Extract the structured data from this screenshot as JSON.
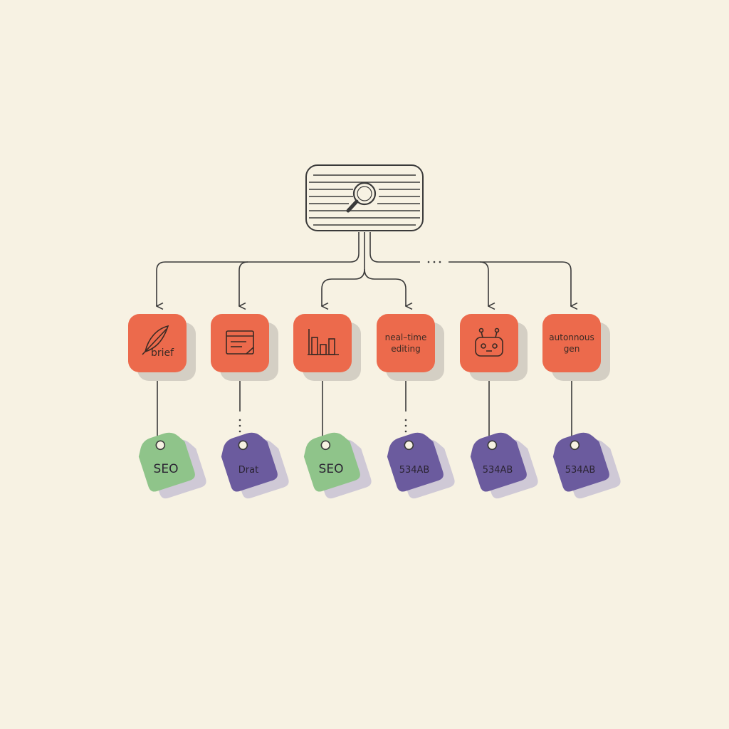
{
  "root": {
    "icon": "search-document-icon"
  },
  "colors": {
    "background": "#f7f2e3",
    "node": "#ec6a4c",
    "node_shadow": "#d4cfc4",
    "line": "#3a3a3a",
    "tag_green": "#8fc48a",
    "tag_purple": "#6b5b9e",
    "tag_shadow": "#cfc9d6"
  },
  "nodes": [
    {
      "label": "brief",
      "icon": "quill-icon",
      "tag": {
        "label": "SEO",
        "color": "green"
      }
    },
    {
      "label": "",
      "icon": "document-icon",
      "tag": {
        "label": "Drat",
        "color": "purple"
      }
    },
    {
      "label": "",
      "icon": "bar-chart-icon",
      "tag": {
        "label": "SEO",
        "color": "green"
      }
    },
    {
      "label": "neal–time editing",
      "icon": "",
      "tag": {
        "label": "534AB",
        "color": "purple"
      }
    },
    {
      "label": "",
      "icon": "robot-icon",
      "tag": {
        "label": "534AB",
        "color": "purple"
      }
    },
    {
      "label": "autonnous gen",
      "icon": "",
      "tag": {
        "label": "534AB",
        "color": "purple"
      }
    }
  ]
}
